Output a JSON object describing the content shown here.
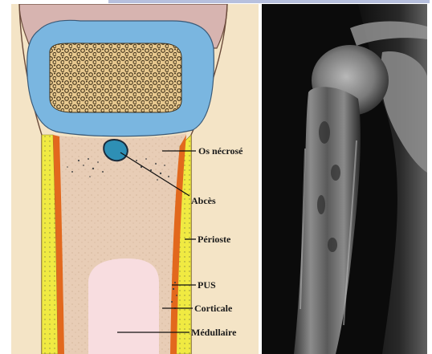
{
  "labels": {
    "necrotic_bone": "Os nécrosé",
    "abscess": "Abcès",
    "periosteum": "Périoste",
    "pus": "PUS",
    "cortex": "Corticale",
    "medulla": "Médullaire"
  },
  "colors": {
    "background": "#f4e4c6",
    "epiphysis_cartilage": "#7ab6e0",
    "articular_cap": "#d7b4b0",
    "bone_marrow": "#e5c7ae",
    "periosteum_yellow": "#f0ea42",
    "cortex_orange": "#e2681d",
    "medulla_pink": "#f8dde0",
    "xray_bg": "#0b0b0b"
  }
}
